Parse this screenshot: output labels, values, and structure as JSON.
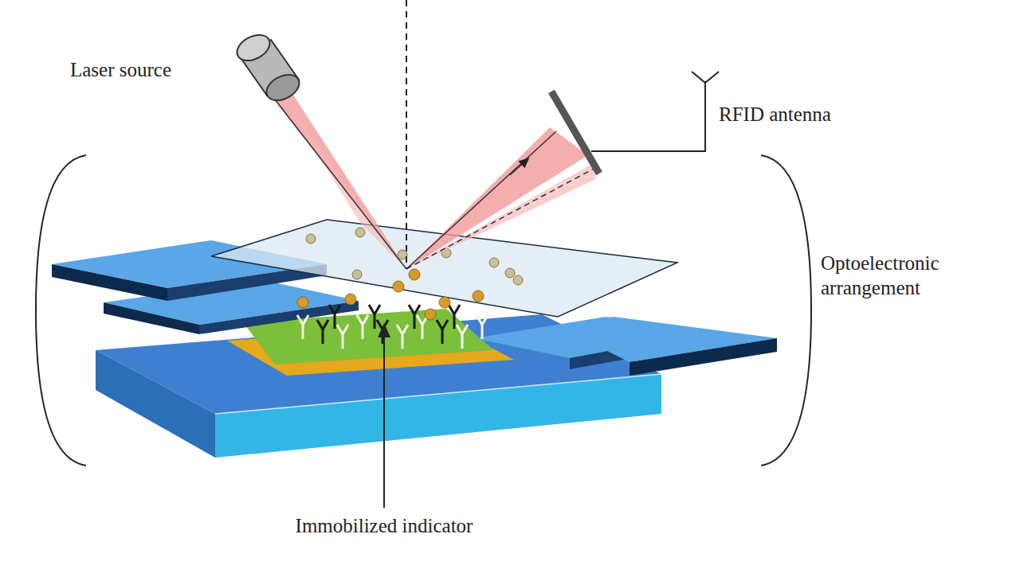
{
  "diagram": {
    "labels": [
      "Laser source",
      "RFID antenna",
      "Optoelectronic arrangement",
      "Immobilized indicator"
    ]
  }
}
